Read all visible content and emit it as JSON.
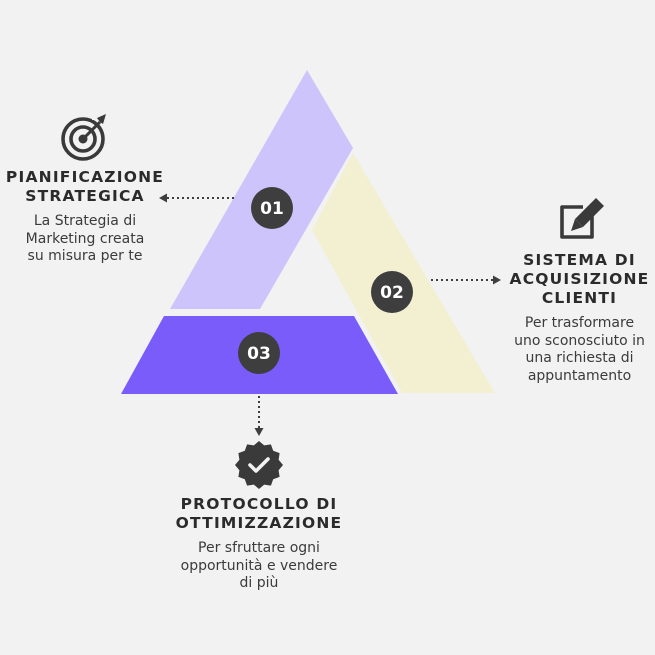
{
  "colors": {
    "background": "#f2f2f2",
    "segment_1": "#cdc4fb",
    "segment_2": "#f2f0d1",
    "segment_3": "#7a5cfa",
    "badge": "#3e3e3e",
    "text": "#2b2b2b"
  },
  "steps": [
    {
      "number": "01",
      "icon": "target-icon",
      "title_lines": [
        "PIANIFICAZIONE",
        "STRATEGICA"
      ],
      "desc_lines": [
        "La Strategia di",
        "Marketing creata",
        "su misura per te"
      ]
    },
    {
      "number": "02",
      "icon": "edit-icon",
      "title_lines": [
        "SISTEMA DI",
        "ACQUISIZIONE",
        "CLIENTI"
      ],
      "desc_lines": [
        "Per trasformare",
        "uno sconosciuto in",
        "una richiesta di",
        "appuntamento"
      ]
    },
    {
      "number": "03",
      "icon": "verified-badge-icon",
      "title_lines": [
        "PROTOCOLLO DI",
        "OTTIMIZZAZIONE"
      ],
      "desc_lines": [
        "Per sfruttare ogni",
        "opportunità e vendere",
        "di più"
      ]
    }
  ]
}
